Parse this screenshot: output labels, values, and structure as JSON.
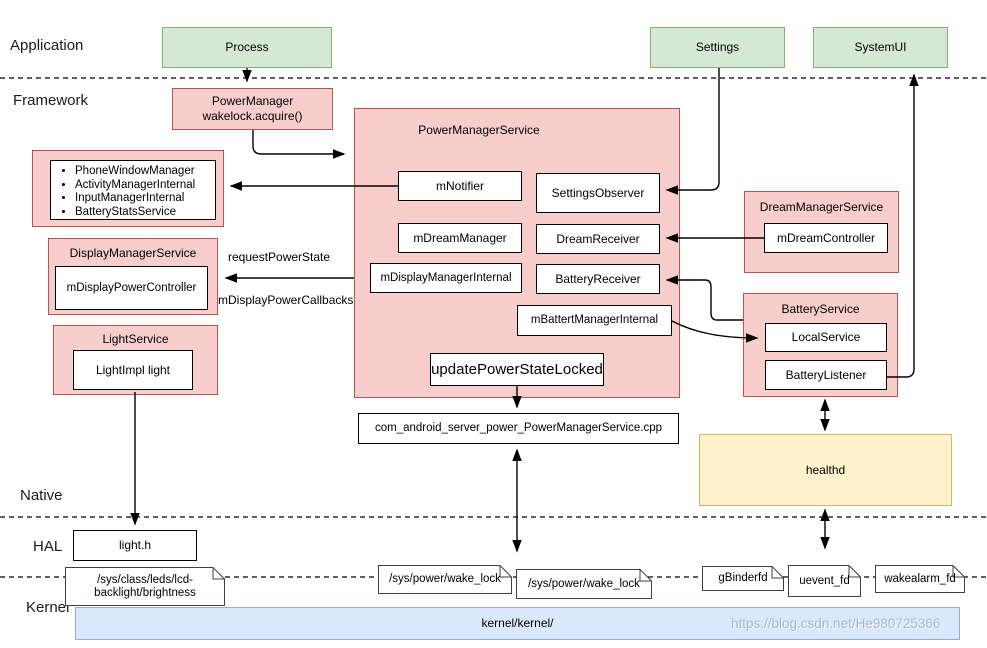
{
  "layers": {
    "application": "Application",
    "framework": "Framework",
    "native": "Native",
    "hal": "HAL",
    "kernel": "Kernel"
  },
  "colors": {
    "green_fill": "#d5e8d4",
    "green_border": "#82b366",
    "red_fill": "#f8cecc",
    "red_border": "#b85450",
    "yellow_fill": "#fff2cc",
    "yellow_border": "#d6b656",
    "blue_fill": "#dae8fc",
    "blue_border": "#99aed0"
  },
  "application": {
    "process": "Process",
    "settings": "Settings",
    "systemui": "SystemUI"
  },
  "framework": {
    "power_manager": {
      "line1": "PowerManager",
      "line2": "wakelock.acquire()"
    },
    "pms": {
      "title": "PowerManagerService",
      "m_notifier": "mNotifier",
      "settings_observer": "SettingsObserver",
      "m_dream_manager": "mDreamManager",
      "dream_receiver": "DreamReceiver",
      "m_display_manager_internal": "mDisplayManagerInternal",
      "battery_receiver": "BatteryReceiver",
      "m_battert_manager_internal": "mBattertManagerInternal",
      "update_power_state_locked": "updatePowerStateLocked"
    },
    "callbacks_list": [
      "PhoneWindowManager",
      "ActivityManagerInternal",
      "InputManagerInternal",
      "BatteryStatsService"
    ],
    "display_manager_service": {
      "title": "DisplayManagerService",
      "controller": "mDisplayPowerController"
    },
    "light_service": {
      "title": "LightService",
      "impl": "LightImpl light"
    },
    "dream_manager_service": {
      "title": "DreamManagerService",
      "controller": "mDreamController"
    },
    "battery_service": {
      "title": "BatteryService",
      "local_service": "LocalService",
      "battery_listener": "BatteryListener"
    },
    "edge_labels": {
      "request_power_state": "requestPowerState",
      "display_power_callbacks": "mDisplayPowerCallbacks"
    }
  },
  "native_layer": {
    "cpp_file": "com_android_server_power_PowerManagerService.cpp",
    "healthd": "healthd"
  },
  "hal_layer": {
    "light_h": "light.h"
  },
  "kernel_layer": {
    "sys_leds_line1": "/sys/class/leds/lcd-",
    "sys_leds_line2": "backlight/brightness",
    "wake_lock_1": "/sys/power/wake_lock",
    "wake_lock_2": "/sys/power/wake_lock",
    "gbinderfd": "gBinderfd",
    "uevent_fd": "uevent_fd",
    "wakealarm_fd": "wakealarm_fd",
    "kernel_bar": "kernel/kernel/"
  },
  "watermark": "https://blog.csdn.net/He980725366"
}
